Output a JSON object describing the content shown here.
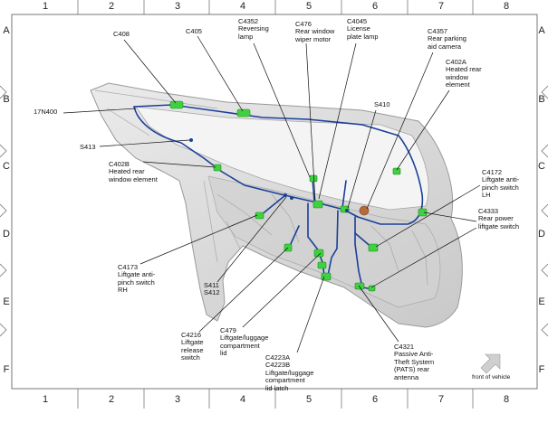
{
  "grid": {
    "columns": [
      "1",
      "2",
      "3",
      "4",
      "5",
      "6",
      "7",
      "8"
    ],
    "rows": [
      "A",
      "B",
      "C",
      "D",
      "E",
      "F"
    ]
  },
  "labels": {
    "c408": "C408",
    "c405": "C405",
    "c4352": "C4352\nReversing\nlamp",
    "c476": "C476\nRear window\nwiper motor",
    "c4045": "C4045\nLicense\nplate lamp",
    "c4357": "C4357\nRear parking\naid camera",
    "c402a": "C402A\nHeated rear\nwindow\nelement",
    "n17n400": "17N400",
    "s410": "S410",
    "s413": "S413",
    "c402b": "C402B\nHeated rear\nwindow element",
    "c4172": "C4172\nLiftgate anti-\npinch switch\nLH",
    "c4333": "C4333\nRear power\nliftgate switch",
    "c4173": "C4173\nLiftgate anti-\npinch switch\nRH",
    "s411_s412": "S411\nS412",
    "c4216": "C4216\nLiftgate\nrelease\nswitch",
    "c479": "C479\nLiftgate/luggage\ncompartment\nlid",
    "c4223": "C4223A\nC4223B\nLiftgate/luggage\ncompartment\nlid latch",
    "c4321": "C4321\nPassive Anti-\nTheft System\n(PATS) rear\nantenna",
    "front_of_vehicle": "front of vehicle"
  },
  "colors": {
    "harness": "#1a3f9a",
    "connector": "#3fd13f",
    "liftgate_fill": "#d9d9d9",
    "liftgate_stroke": "#9a9a9a",
    "frame": "#555555",
    "arrow": "#cfcfcf"
  }
}
